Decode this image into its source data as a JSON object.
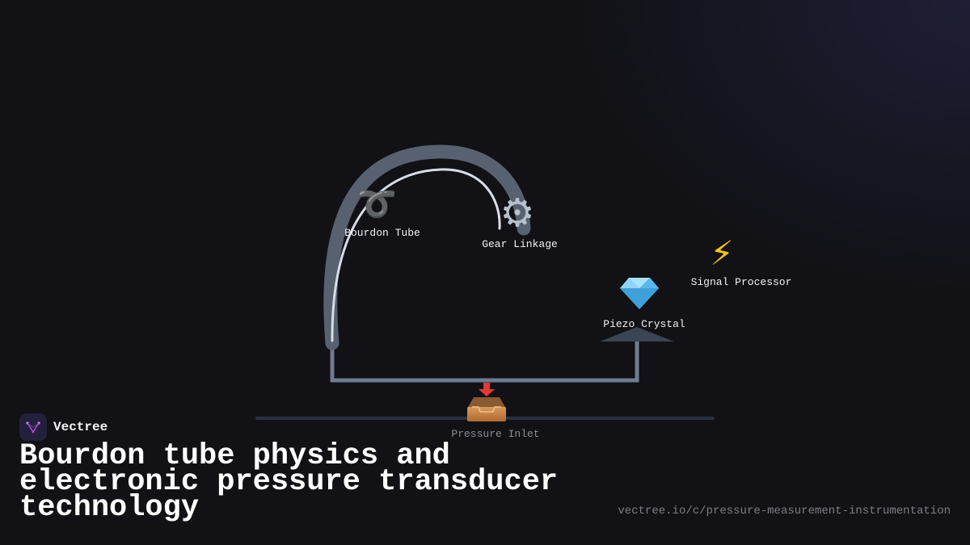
{
  "brand": {
    "name": "Vectree",
    "logo_icon": "v-logo-icon"
  },
  "title": "Bourdon tube physics and electronic pressure transducer technology",
  "url": "vectree.io/c/pressure-measurement-instrumentation",
  "colors": {
    "background": "#111116",
    "tube_outer": "#586170",
    "tube_inner": "#d8dde8",
    "pipe": "#6e7c90",
    "base_line": "#2a3140",
    "crystal_mount": "#3a4453",
    "logo_bg": "#23203d",
    "logo_mark": "#b14cd6"
  },
  "diagram": {
    "nodes": [
      {
        "id": "bourdon",
        "label": "Bourdon Tube",
        "icon": "coiled-tube-icon",
        "glyph": "➰"
      },
      {
        "id": "gear",
        "label": "Gear Linkage",
        "icon": "gear-icon",
        "glyph": "⚙"
      },
      {
        "id": "piezo",
        "label": "Piezo Crystal",
        "icon": "gem-icon",
        "glyph": "💎"
      },
      {
        "id": "signal",
        "label": "Signal Processor",
        "icon": "lightning-icon",
        "glyph": "⚡"
      }
    ],
    "inlet": {
      "label": "Pressure Inlet",
      "icon": "inbox-tray-icon"
    }
  }
}
